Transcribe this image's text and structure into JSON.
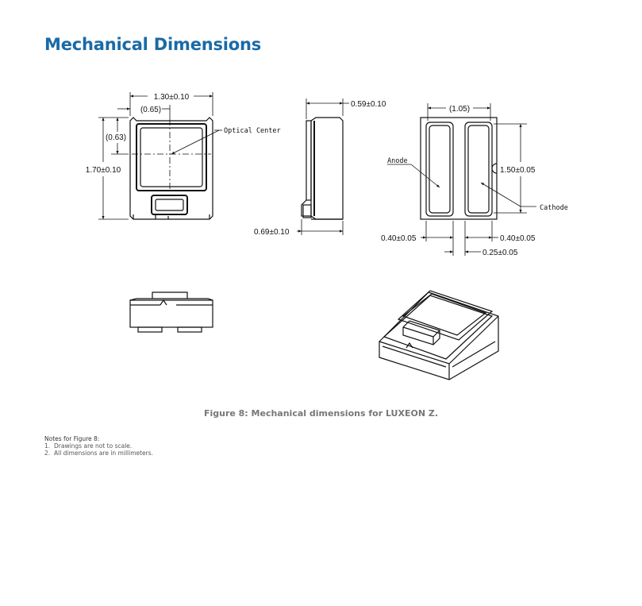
{
  "page": {
    "title": "Mechanical Dimensions"
  },
  "figure": {
    "caption": "Figure 8: Mechanical dimensions for LUXEON Z.",
    "labels": {
      "width_total": "1.30±0.10",
      "width_center": "(0.65)",
      "height_center": "(0.63)",
      "height_total": "1.70±0.10",
      "optical_center": "Optical Center",
      "thickness_total": "0.59±0.10",
      "thickness_base": "0.69±0.10",
      "pad_span": "(1.05)",
      "pad_length": "1.50±0.05",
      "anode": "Anode",
      "cathode": "Cathode",
      "pad_width_left": "0.40±0.05",
      "pad_width_right": "0.40±0.05",
      "pad_gap": "0.25±0.05"
    }
  },
  "notes": {
    "heading": "Notes for Figure 8:",
    "items": [
      {
        "num": "1.",
        "text": "Drawings are not to scale."
      },
      {
        "num": "2.",
        "text": "All dimensions are in millimeters."
      }
    ]
  }
}
